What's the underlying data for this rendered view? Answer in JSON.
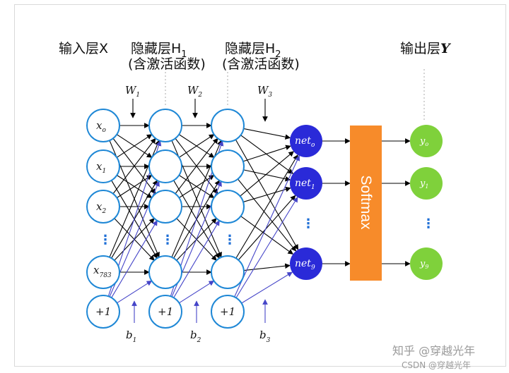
{
  "labels": {
    "input_layer": "输入层X",
    "hidden1_line1": "隐藏层H",
    "hidden1_sub": "1",
    "hidden1_line2": "(含激活函数)",
    "hidden2_line1": "隐藏层H",
    "hidden2_sub": "2",
    "hidden2_line2": "(含激活函数)",
    "output_layer": "输出层",
    "output_var": "Y"
  },
  "weights": [
    {
      "base": "W",
      "sub": "1"
    },
    {
      "base": "W",
      "sub": "2"
    },
    {
      "base": "W",
      "sub": "3"
    }
  ],
  "biases": [
    {
      "base": "b",
      "sub": "1"
    },
    {
      "base": "b",
      "sub": "2"
    },
    {
      "base": "b",
      "sub": "3"
    }
  ],
  "input_nodes": [
    {
      "base": "x",
      "sub": "o"
    },
    {
      "base": "x",
      "sub": "1"
    },
    {
      "base": "x",
      "sub": "2"
    },
    {
      "base": "x",
      "sub": "783"
    }
  ],
  "bias_node_label": "+1",
  "net_nodes": [
    {
      "base": "net",
      "sub": "o"
    },
    {
      "base": "net",
      "sub": "1"
    },
    {
      "base": "net",
      "sub": "9"
    }
  ],
  "softmax_label": "Softmax",
  "output_nodes": [
    {
      "base": "y",
      "sub": "o"
    },
    {
      "base": "y",
      "sub": "1"
    },
    {
      "base": "y",
      "sub": "9"
    }
  ],
  "ellipsis": "⋮",
  "watermark": {
    "zhihu": "知乎 @穿越光年",
    "csdn": "CSDN @穿越光年"
  },
  "colors": {
    "node_border": "#1f88d6",
    "net_fill": "#2a2ad8",
    "softmax_fill": "#f78b2a",
    "output_fill": "#7fd13b",
    "bias_arrow": "#4545c8",
    "arrow": "#000000"
  }
}
